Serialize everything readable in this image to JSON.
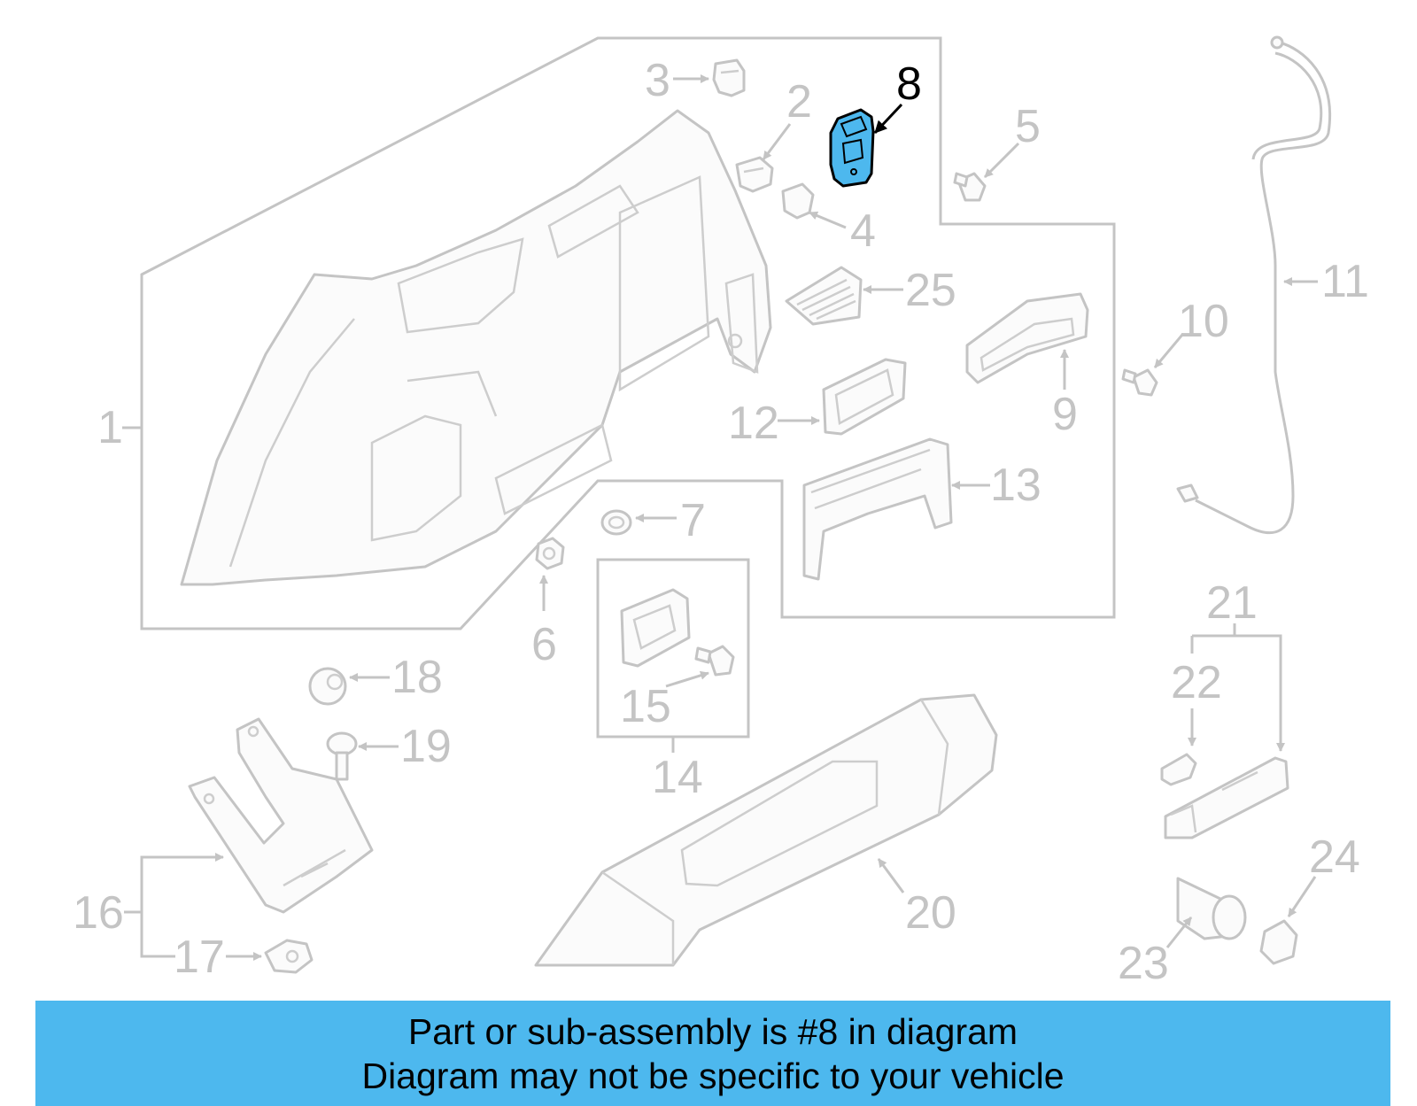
{
  "highlight_color": "#4db8ee",
  "part_labels": [
    {
      "num": "1"
    },
    {
      "num": "2"
    },
    {
      "num": "3"
    },
    {
      "num": "4"
    },
    {
      "num": "5"
    },
    {
      "num": "6"
    },
    {
      "num": "7"
    },
    {
      "num": "8"
    },
    {
      "num": "9"
    },
    {
      "num": "10"
    },
    {
      "num": "11"
    },
    {
      "num": "12"
    },
    {
      "num": "13"
    },
    {
      "num": "14"
    },
    {
      "num": "15"
    },
    {
      "num": "16"
    },
    {
      "num": "17"
    },
    {
      "num": "18"
    },
    {
      "num": "19"
    },
    {
      "num": "20"
    },
    {
      "num": "21"
    },
    {
      "num": "22"
    },
    {
      "num": "23"
    },
    {
      "num": "24"
    },
    {
      "num": "25"
    }
  ],
  "highlighted_part": "8",
  "banner": {
    "line1": "Part or sub-assembly is #8 in diagram",
    "line2": "Diagram may not be specific to your vehicle"
  }
}
